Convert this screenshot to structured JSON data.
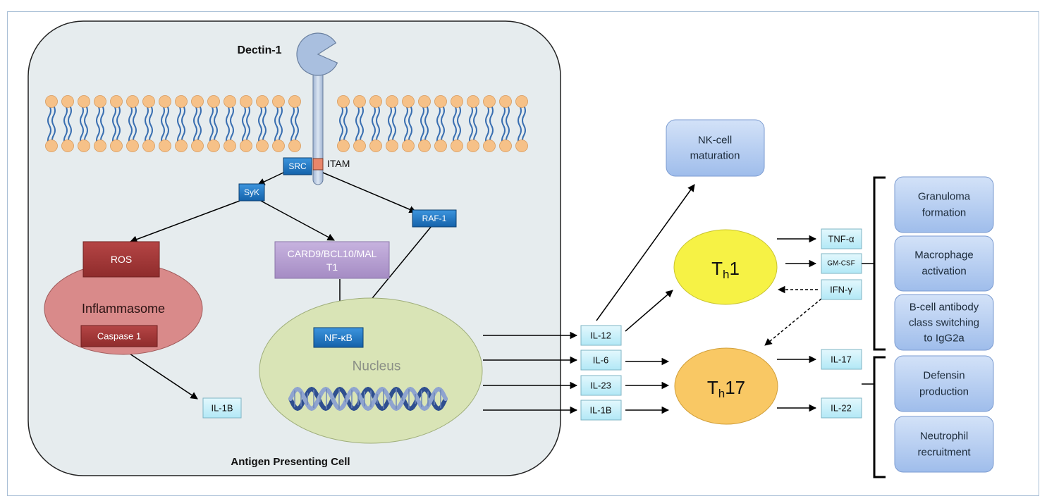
{
  "receptor": {
    "name": "Dectin-1",
    "motif": "ITAM"
  },
  "cell": {
    "label": "Antigen Presenting Cell"
  },
  "kinases": {
    "src": "SRC",
    "syk": "SyK",
    "raf1": "RAF-1"
  },
  "ros": "ROS",
  "inflammasome": {
    "label": "Inflammasome",
    "caspase": "Caspase 1"
  },
  "card9": {
    "line1": "CARD9/BCL10/MAL",
    "line2": "T1"
  },
  "nfkb": "NF-κB",
  "nucleus": "Nucleus",
  "il1b_inner": "IL-1B",
  "cytokines_out": [
    "IL-12",
    "IL-6",
    "IL-23",
    "IL-1B"
  ],
  "th1": {
    "main": "T",
    "sub": "h",
    "suffix": "1"
  },
  "th17": {
    "main": "T",
    "sub": "h",
    "suffix": "17"
  },
  "nk": {
    "line1": "NK-cell",
    "line2": "maturation"
  },
  "th1_products": [
    "TNF-α",
    "GM-CSF",
    "IFN-γ"
  ],
  "th17_products": [
    "IL-17",
    "IL-22"
  ],
  "responses": [
    {
      "line1": "Granuloma",
      "line2": "formation"
    },
    {
      "line1": "Macrophage",
      "line2": "activation"
    },
    {
      "line1": "B-cell antibody",
      "line2": "class switching",
      "line3": "to IgG2a"
    },
    {
      "line1": "Defensin",
      "line2": "production"
    },
    {
      "line1": "Neutrophil",
      "line2": "recruitment"
    }
  ],
  "colors": {
    "cell_fill": "#e6ecee",
    "kinase_blue": "#1b73c0",
    "ros_red": "#a63a3a",
    "inflammasome": "#d98a8a",
    "card9_purple": "#b39ccf",
    "nucleus_green": "#d9e4b6",
    "cytokine_fill": "#c8f0fa",
    "th1_yellow": "#f6f245",
    "th17_orange": "#f9c864",
    "response_blue": "#b6cdf1",
    "lipid_head": "#f6c188",
    "lipid_tail": "#3a6fb1"
  }
}
